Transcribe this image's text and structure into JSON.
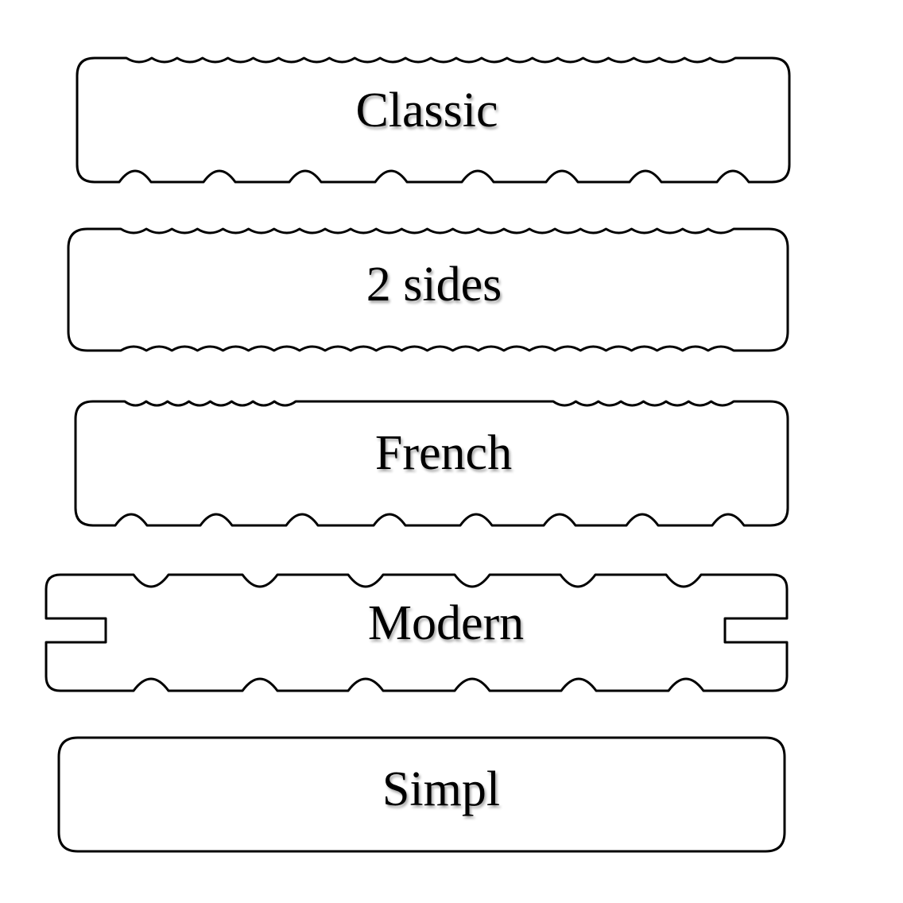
{
  "profiles": [
    {
      "id": "classic",
      "label": "Classic"
    },
    {
      "id": "two-sides",
      "label": "2 sides"
    },
    {
      "id": "french",
      "label": "French"
    },
    {
      "id": "modern",
      "label": "Modern"
    },
    {
      "id": "simpl",
      "label": "Simpl"
    }
  ],
  "colors": {
    "outline": "#000000",
    "background": "#ffffff",
    "text": "#000000"
  }
}
